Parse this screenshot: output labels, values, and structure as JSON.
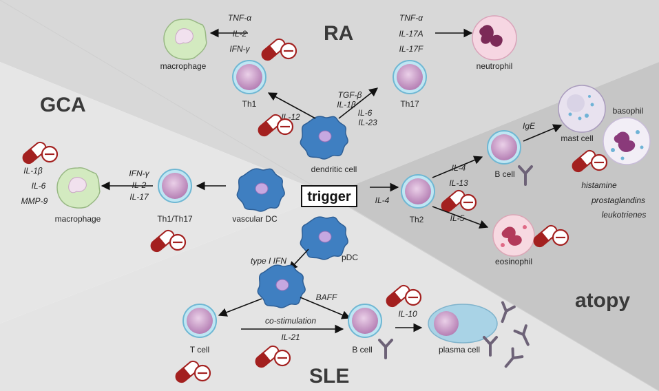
{
  "regions": {
    "ra": "RA",
    "gca": "GCA",
    "atopy": "atopy",
    "sle": "SLE"
  },
  "trigger": "trigger",
  "cells": {
    "macrophage_ra": "macrophage",
    "th1": "Th1",
    "th17": "Th17",
    "neutrophil": "neutrophil",
    "dendritic_cell": "dendritic cell",
    "macrophage_gca": "macrophage",
    "th1_th17": "Th1/Th17",
    "vascular_dc": "vascular DC",
    "th2": "Th2",
    "b_cell_atopy": "B cell",
    "mast_cell": "mast cell",
    "basophil": "basophil",
    "eosinophil": "eosinophil",
    "pdc": "pDC",
    "t_cell": "T cell",
    "b_cell_sle": "B cell",
    "plasma_cell": "plasma cell"
  },
  "cytokines": {
    "th1_out": [
      "TNF-α",
      "IL-2",
      "IFN-γ"
    ],
    "th17_out": [
      "TNF-α",
      "IL-17A",
      "IL-17F"
    ],
    "dc_to_th1": "IL-12",
    "dc_to_th17_a": [
      "TGF-β",
      "IL-1β"
    ],
    "dc_to_th17_b": [
      "IL-6",
      "IL-23"
    ],
    "gca_macrophage": [
      "IL-1β",
      "IL-6",
      "MMP-9"
    ],
    "gca_th": [
      "IFN-γ",
      "IL-2",
      "IL-17"
    ],
    "trigger_to_th2": "IL-4",
    "th2_to_bcell": [
      "IL-4",
      "IL-13"
    ],
    "th2_to_eos": "IL-5",
    "bcell_to_mast": "IgE",
    "mediators": [
      "histamine",
      "prostaglandins",
      "leukotrienes"
    ],
    "pdc_out": "type I IFN",
    "baff": "BAFF",
    "costim": "co-stimulation",
    "il21": "IL-21",
    "il10": "IL-10"
  },
  "colors": {
    "region_light": "#eeeeee",
    "region_mid": "#d8d8d8",
    "region_dark": "#c2c2c2",
    "region_sle": "#e4e4e4",
    "drug_red": "#a3201f",
    "dc_blue": "#3f7fc1",
    "lymph_purple": "#c89cc6",
    "lymph_ring": "#8ecfe6",
    "macro_green": "#d3eac0"
  },
  "icons": [
    "inhibitor-capsule-icon",
    "antibody-icon"
  ]
}
